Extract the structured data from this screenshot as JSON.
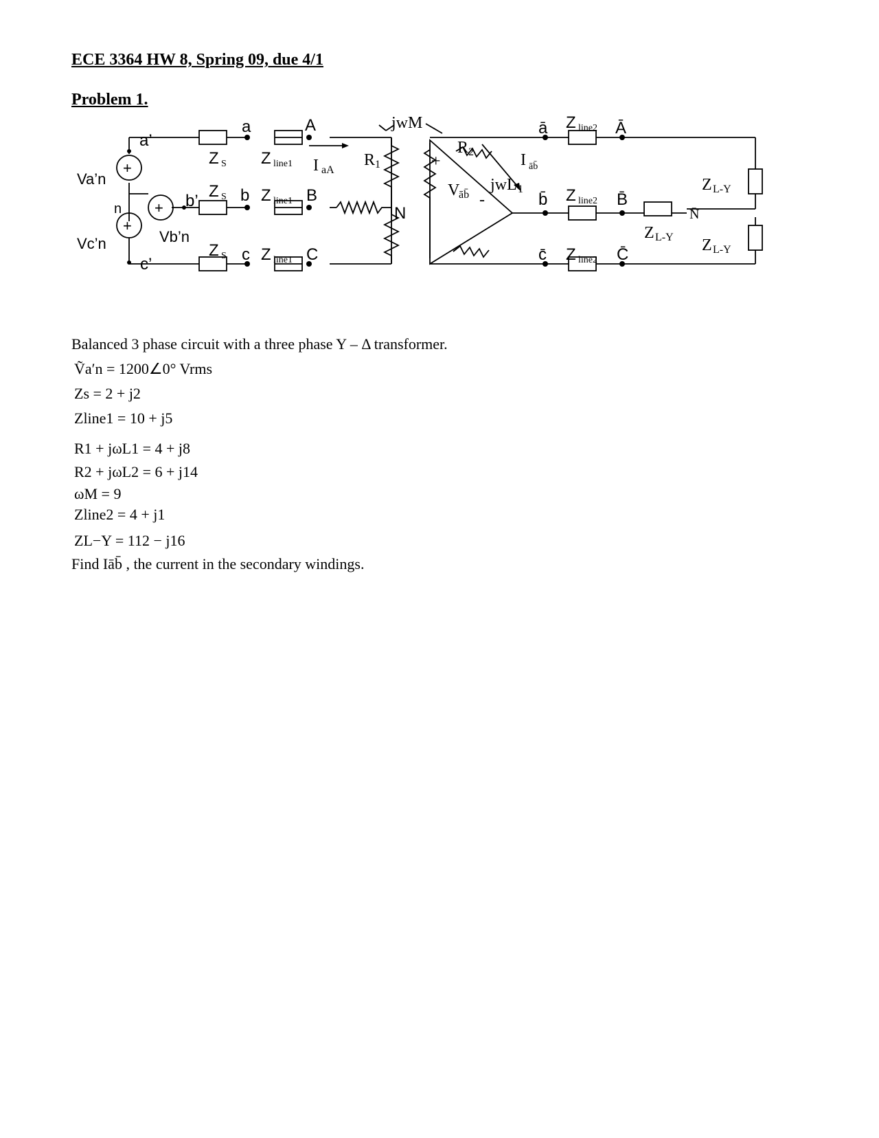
{
  "header": {
    "title": "ECE 3364 HW 8, Spring 09, due 4/1",
    "problem": "Problem 1."
  },
  "circuit": {
    "labels": {
      "a_prime": "a’",
      "b_prime": "b’",
      "c_prime": "c’",
      "n": "n",
      "van": "Va’n",
      "vbn": "Vb’n",
      "vcn": "Vc’n",
      "plus": "+",
      "minus": "-",
      "zs": "Z",
      "zs_sub": "S",
      "zline": "Z",
      "zline1_sub": "line1",
      "zline2_sub": "line2",
      "a": "a",
      "b": "b",
      "c": "c",
      "A": "A",
      "B": "B",
      "C": "C",
      "N": "N",
      "iaA": "I",
      "iaA_sub": "aA",
      "r1": "R",
      "r1_sub": "1",
      "jwM": "jwM",
      "r2": "R",
      "r2_sub": "2",
      "iab": "I",
      "iab_sub": "āb̄",
      "vab": "V",
      "vab_sub": "āb̄",
      "jwL1": "jwL",
      "jwL1_sub": "1",
      "a_bar": "ā",
      "b_bar": "b̄",
      "c_bar": "c̄",
      "A_bar": "Ā",
      "B_bar": "B̄",
      "C_bar": "C̄",
      "N_bar": "N̄",
      "zly": "Z",
      "zly_sub": "L-Y"
    }
  },
  "content": {
    "intro": "Balanced 3 phase circuit with a three phase Y – Δ transformer.",
    "eq1": "Ṽa′n = 1200∠0°  Vrms",
    "eq2": "Zs = 2 + j2",
    "eq3": "Zline1 = 10 + j5",
    "eq4": "R1 + jωL1 = 4 + j8",
    "eq5": "R2 + jωL2 = 6 + j14",
    "eq6": "ωM = 9",
    "eq7": "Zline2 = 4 + j1",
    "eq8": "ZL−Y = 112 − j16",
    "find": "Find Iāb̄ , the current in the secondary windings."
  }
}
